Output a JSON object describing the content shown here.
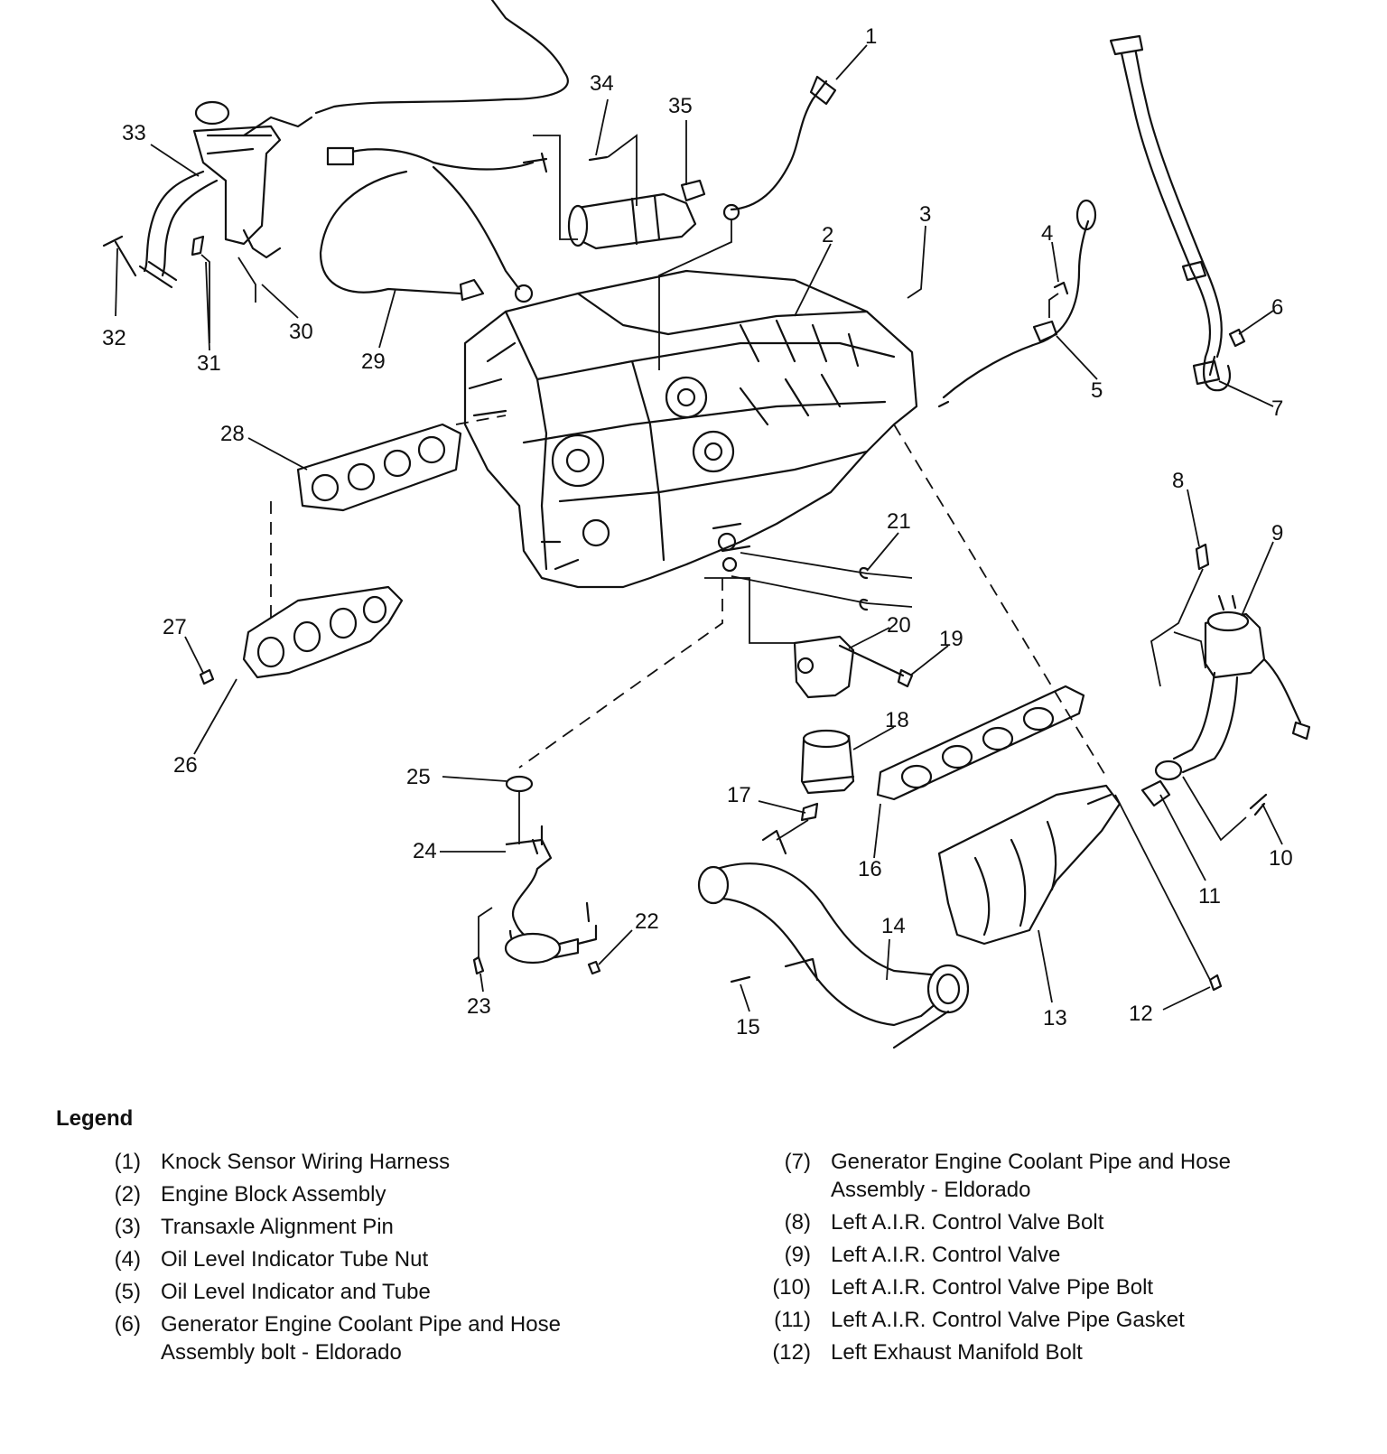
{
  "callouts": [
    "1",
    "2",
    "3",
    "4",
    "5",
    "6",
    "7",
    "8",
    "9",
    "10",
    "11",
    "12",
    "13",
    "14",
    "15",
    "16",
    "17",
    "18",
    "19",
    "20",
    "21",
    "22",
    "23",
    "24",
    "25",
    "26",
    "27",
    "28",
    "29",
    "30",
    "31",
    "32",
    "33",
    "34",
    "35"
  ],
  "legend": {
    "title": "Legend",
    "left": [
      {
        "num": "(1)",
        "lines": [
          "Knock Sensor Wiring Harness"
        ]
      },
      {
        "num": "(2)",
        "lines": [
          "Engine Block Assembly"
        ]
      },
      {
        "num": "(3)",
        "lines": [
          "Transaxle Alignment Pin"
        ]
      },
      {
        "num": "(4)",
        "lines": [
          "Oil Level Indicator Tube Nut"
        ]
      },
      {
        "num": "(5)",
        "lines": [
          "Oil Level Indicator and Tube"
        ]
      },
      {
        "num": "(6)",
        "lines": [
          "Generator Engine Coolant Pipe and Hose",
          "Assembly bolt - Eldorado"
        ]
      }
    ],
    "right": [
      {
        "num": "(7)",
        "lines": [
          "Generator Engine Coolant Pipe and Hose",
          "Assembly - Eldorado"
        ]
      },
      {
        "num": "(8)",
        "lines": [
          "Left A.I.R. Control Valve Bolt"
        ]
      },
      {
        "num": "(9)",
        "lines": [
          "Left A.I.R. Control Valve"
        ]
      },
      {
        "num": "(10)",
        "lines": [
          "Left A.I.R. Control Valve Pipe Bolt"
        ]
      },
      {
        "num": "(11)",
        "lines": [
          "Left A.I.R. Control Valve Pipe Gasket"
        ]
      },
      {
        "num": "(12)",
        "lines": [
          "Left Exhaust Manifold Bolt"
        ]
      }
    ]
  }
}
